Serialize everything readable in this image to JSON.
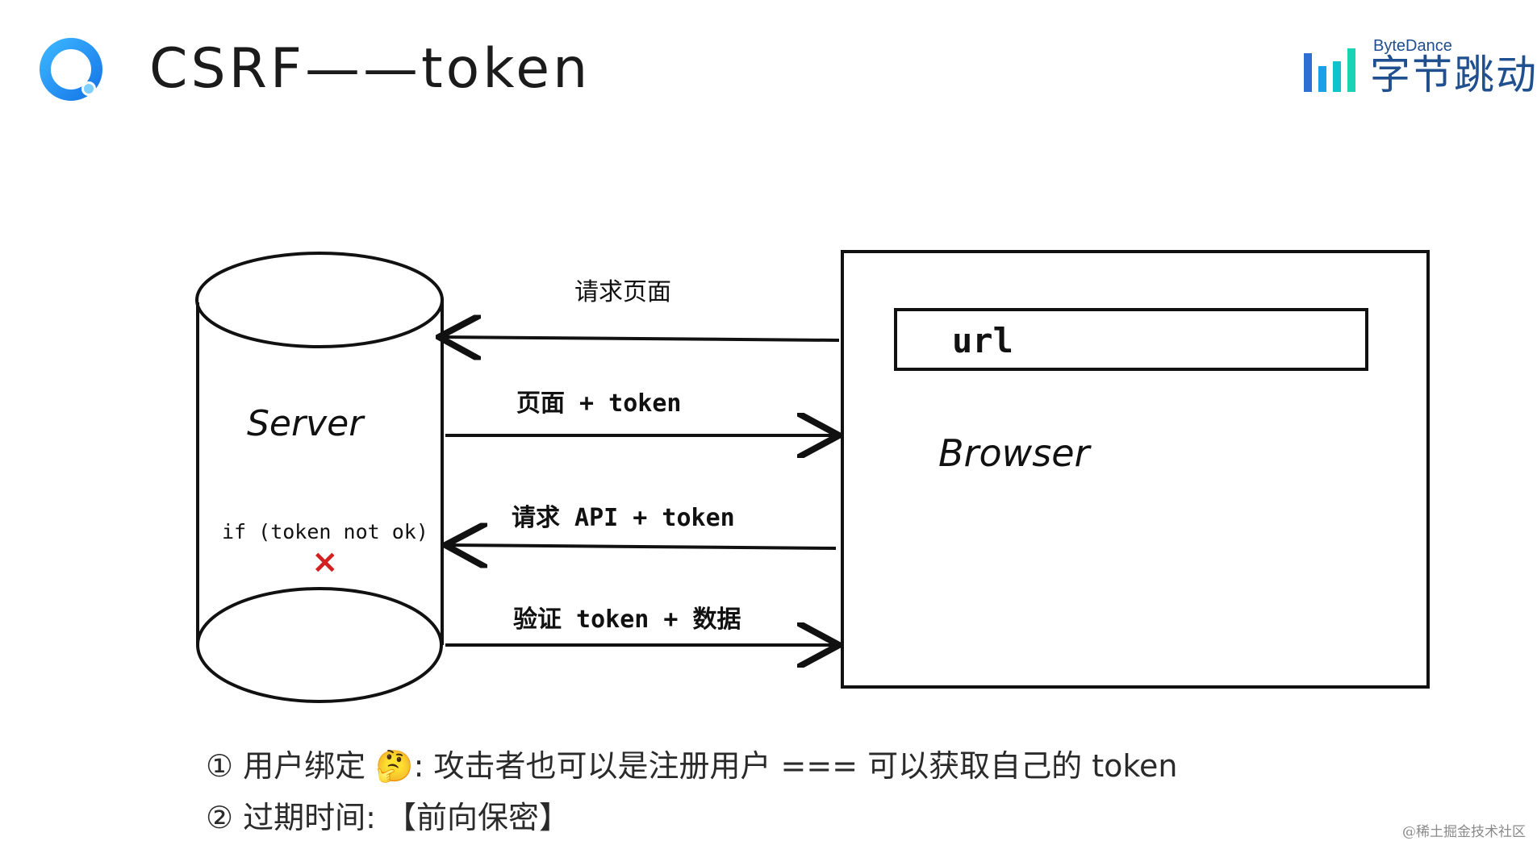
{
  "header": {
    "title": "CSRF——token",
    "brand_en": "ByteDance",
    "brand_cn": "字节跳动"
  },
  "diagram": {
    "server_label": "Server",
    "server_check": "if (token not ok)",
    "reject_mark": "×",
    "browser_label": "Browser",
    "url_label": "url",
    "arrows": [
      {
        "label": "请求页面",
        "direction": "to-server"
      },
      {
        "label": "页面 + token",
        "direction": "to-browser"
      },
      {
        "label": "请求 API + token",
        "direction": "to-server"
      },
      {
        "label": "验证 token + 数据",
        "direction": "to-browser"
      }
    ]
  },
  "notes": [
    {
      "marker": "①",
      "text": "用户绑定 🤔: 攻击者也可以是注册用户 === 可以获取自己的 token"
    },
    {
      "marker": "②",
      "text": "过期时间:  【前向保密】"
    }
  ],
  "footer": {
    "credit": "@稀土掘金技术社区"
  },
  "colors": {
    "brand": "#1f4f8f",
    "logo": "#1e9bf0",
    "reject": "#d42020"
  }
}
